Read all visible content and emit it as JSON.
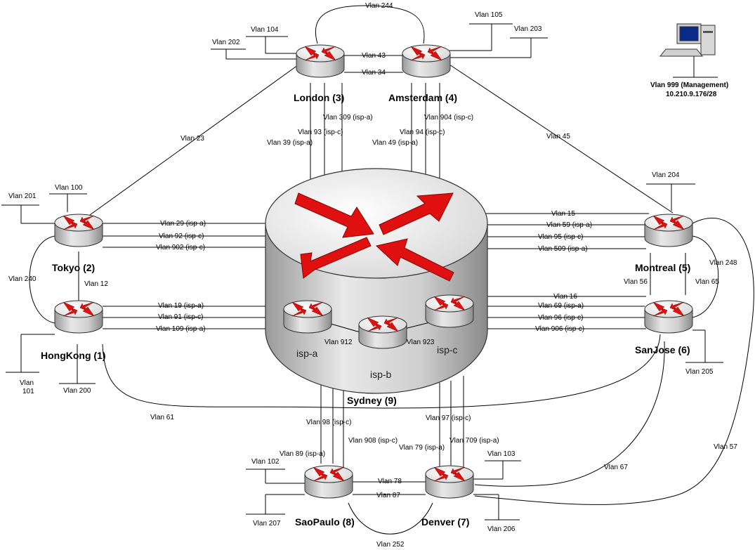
{
  "routers": {
    "london": "London (3)",
    "amsterdam": "Amsterdam (4)",
    "tokyo": "Tokyo (2)",
    "hongkong": "HongKong (1)",
    "montreal": "Montreal (5)",
    "sanjose": "SanJose (6)",
    "saopaulo": "SaoPaulo (8)",
    "denver": "Denver (7)",
    "sydney": "Sydney (9)"
  },
  "isp": {
    "a": "isp-a",
    "b": "isp-b",
    "c": "isp-c"
  },
  "management": {
    "line1": "Vlan 999 (Management)",
    "line2": "10.210.9.176/28"
  },
  "vlans": {
    "v244": "Vlan 244",
    "v104": "Vlan 104",
    "v202": "Vlan 202",
    "v43": "Vlan 43",
    "v34": "Vlan 34",
    "v105": "Vlan 105",
    "v203": "Vlan 203",
    "v309": "Vlan 309 (isp-a)",
    "v93": "Vlan 93 (isp-c)",
    "v39": "Vlan 39 (isp-a)",
    "v904": "Vlan 904 (isp-c)",
    "v94": "Vlan 94 (isp-c)",
    "v49": "Vlan 49 (isp-a)",
    "v23": "Vlan 23",
    "v45": "Vlan 45",
    "v201": "Vlan 201",
    "v100": "Vlan 100",
    "v204": "Vlan 204",
    "v29": "Vlan 29 (isp-a)",
    "v92": "Vlan 92 (isp-c)",
    "v902": "Vlan 902 (isp-c)",
    "v15": "Vlan 15",
    "v59": "Vlan 59 (isp-a)",
    "v95": "Vlan 95 (isp-c)",
    "v509": "Vlan 509 (isp-a)",
    "v240": "Vlan 240",
    "v12": "Vlan 12",
    "v248": "Vlan 248",
    "v56": "Vlan 56",
    "v65": "Vlan 65",
    "v19": "Vlan 19 (isp-a)",
    "v91": "Vlan 91 (isp-c)",
    "v109": "Vlan 109 (isp-a)",
    "v16": "Vlan 16",
    "v69": "Vlan 69 (isp-a)",
    "v96": "Vlan 96 (isp-c)",
    "v906": "Vlan 906 (isp-c)",
    "v912": "Vlan 912",
    "v923": "Vlan 923",
    "v101a": "Vlan",
    "v101b": "101",
    "v200": "Vlan 200",
    "v205": "Vlan 205",
    "v61": "Vlan 61",
    "v98": "Vlan 98 (isp-c)",
    "v908": "Vlan 908 (isp-c)",
    "v89": "Vlan 89 (isp-a)",
    "v97": "Vlan 97 (isp-c)",
    "v709": "Vlan 709 (isp-a)",
    "v79": "Vlan 79 (isp-a)",
    "v57": "Vlan 57",
    "v67": "Vlan 67",
    "v102": "Vlan 102",
    "v103": "Vlan 103",
    "v78": "Vlan 78",
    "v87": "Vlan 87",
    "v207": "Vlan 207",
    "v206": "Vlan 206",
    "v252": "Vlan 252"
  },
  "colors": {
    "arrow": "#e01010",
    "router_body": "#d8d8d8",
    "router_top": "#f2f2f2",
    "line": "#000000"
  }
}
